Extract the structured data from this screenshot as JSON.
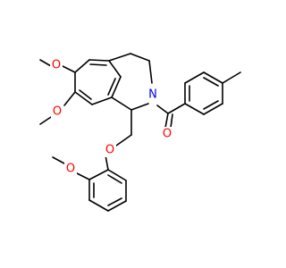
{
  "molecule": {
    "colors": {
      "bond": "#000000",
      "oxygen": "#ff0000",
      "nitrogen": "#0000ff",
      "background": "#ffffff"
    },
    "labels": {
      "o_methoxy_6": "O",
      "o_methoxy_7": "O",
      "o_ether": "O",
      "o_methoxy_phenyl": "O",
      "o_carbonyl": "O",
      "n_ring": "N"
    }
  }
}
